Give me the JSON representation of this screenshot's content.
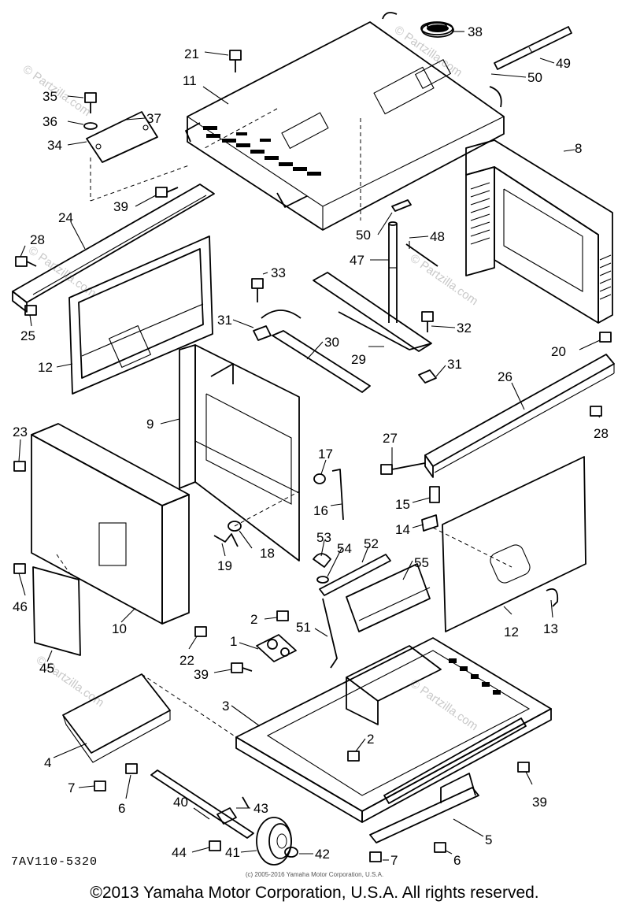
{
  "drawing_code": "7AV110-5320",
  "small_copyright": "(c) 2005-2016 Yamaha Motor Corporation, U.S.A.",
  "footer_copyright": "©2013 Yamaha Motor Corporation, U.S.A. All rights reserved.",
  "watermarks": [
    "© Partzilla.com",
    "© Partzilla.com",
    "© Partzilla.com",
    "© Partzilla.com",
    "© Partzilla.com",
    "© Partzilla.com"
  ],
  "callouts": [
    {
      "id": "c38",
      "text": "38"
    },
    {
      "id": "c21",
      "text": "21"
    },
    {
      "id": "c49",
      "text": "49"
    },
    {
      "id": "c50a",
      "text": "50"
    },
    {
      "id": "c11",
      "text": "11"
    },
    {
      "id": "c35",
      "text": "35"
    },
    {
      "id": "c37",
      "text": "37"
    },
    {
      "id": "c36",
      "text": "36"
    },
    {
      "id": "c34",
      "text": "34"
    },
    {
      "id": "c8",
      "text": "8"
    },
    {
      "id": "c39a",
      "text": "39"
    },
    {
      "id": "c24",
      "text": "24"
    },
    {
      "id": "c50b",
      "text": "50"
    },
    {
      "id": "c48",
      "text": "48"
    },
    {
      "id": "c28a",
      "text": "28"
    },
    {
      "id": "c47",
      "text": "47"
    },
    {
      "id": "c33",
      "text": "33"
    },
    {
      "id": "c25",
      "text": "25"
    },
    {
      "id": "c31a",
      "text": "31"
    },
    {
      "id": "c32",
      "text": "32"
    },
    {
      "id": "c20",
      "text": "20"
    },
    {
      "id": "c30",
      "text": "30"
    },
    {
      "id": "c29",
      "text": "29"
    },
    {
      "id": "c12a",
      "text": "12"
    },
    {
      "id": "c31b",
      "text": "31"
    },
    {
      "id": "c26",
      "text": "26"
    },
    {
      "id": "c9",
      "text": "9"
    },
    {
      "id": "c28b",
      "text": "28"
    },
    {
      "id": "c23",
      "text": "23"
    },
    {
      "id": "c27",
      "text": "27"
    },
    {
      "id": "c17",
      "text": "17"
    },
    {
      "id": "c16",
      "text": "16"
    },
    {
      "id": "c15",
      "text": "15"
    },
    {
      "id": "c14",
      "text": "14"
    },
    {
      "id": "c53",
      "text": "53"
    },
    {
      "id": "c52",
      "text": "52"
    },
    {
      "id": "c54",
      "text": "54"
    },
    {
      "id": "c18",
      "text": "18"
    },
    {
      "id": "c19",
      "text": "19"
    },
    {
      "id": "c55",
      "text": "55"
    },
    {
      "id": "c46",
      "text": "46"
    },
    {
      "id": "c10",
      "text": "10"
    },
    {
      "id": "c2a",
      "text": "2"
    },
    {
      "id": "c51",
      "text": "51"
    },
    {
      "id": "c1",
      "text": "1"
    },
    {
      "id": "c12b",
      "text": "12"
    },
    {
      "id": "c13",
      "text": "13"
    },
    {
      "id": "c45",
      "text": "45"
    },
    {
      "id": "c22",
      "text": "22"
    },
    {
      "id": "c39b",
      "text": "39"
    },
    {
      "id": "c3",
      "text": "3"
    },
    {
      "id": "c4",
      "text": "4"
    },
    {
      "id": "c2b",
      "text": "2"
    },
    {
      "id": "c39c",
      "text": "39"
    },
    {
      "id": "c7a",
      "text": "7"
    },
    {
      "id": "c6a",
      "text": "6"
    },
    {
      "id": "c43",
      "text": "43"
    },
    {
      "id": "c40",
      "text": "40"
    },
    {
      "id": "c5",
      "text": "5"
    },
    {
      "id": "c44",
      "text": "44"
    },
    {
      "id": "c41",
      "text": "41"
    },
    {
      "id": "c42",
      "text": "42"
    },
    {
      "id": "c7b",
      "text": "7"
    },
    {
      "id": "c6b",
      "text": "6"
    }
  ]
}
